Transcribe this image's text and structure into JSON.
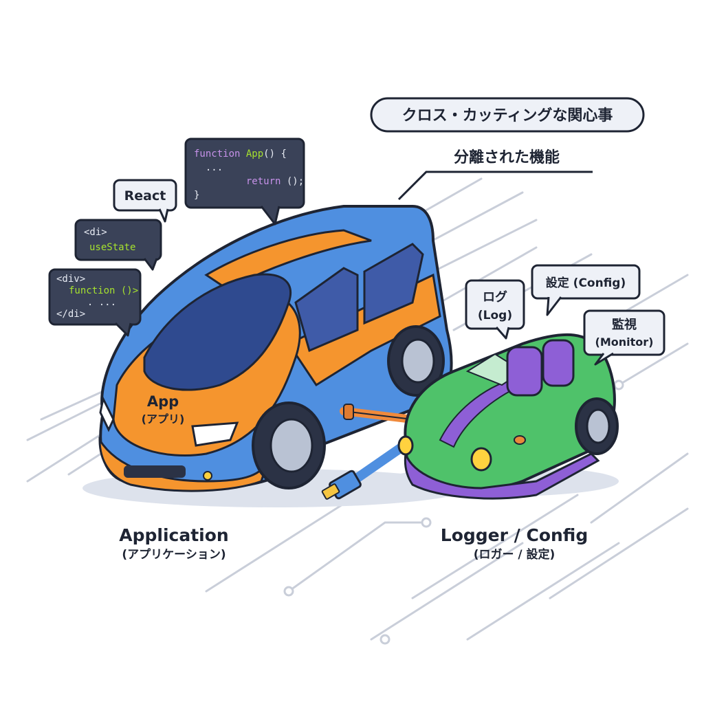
{
  "header": {
    "title": "クロス・カッティングな関心事",
    "subtitle": "分離された機能"
  },
  "bubbles": {
    "react": "React",
    "code_main": [
      {
        "kw": "function ",
        "fn": "App",
        "rest": "() {"
      },
      {
        "text": "  ..."
      },
      {
        "kw": "  return ",
        "rest": "();"
      },
      {
        "text": "}"
      }
    ],
    "use_state": {
      "tag": "<di>",
      "hook": "useState"
    },
    "div_block": [
      "<div>",
      "function ()>",
      "  . ...",
      "</di>"
    ],
    "log": {
      "ja": "ログ",
      "en": "(Log)"
    },
    "config": {
      "text": "設定 (Config)"
    },
    "monitor": {
      "ja": "監視",
      "en": "(Monitor)"
    }
  },
  "cars": {
    "app_badge": {
      "en": "App",
      "ja": "(アプリ)"
    },
    "application": {
      "en": "Application",
      "ja": "(アプリケーション)"
    },
    "logger": {
      "en": "Logger / Config",
      "ja": "(ロガー / 設定)"
    }
  },
  "colors": {
    "blue_car": "#4f8fe0",
    "orange": "#f5952e",
    "green_car": "#4fc26a",
    "purple": "#8e5fd6",
    "code_bg": "#3a4258",
    "code_kw": "#c792ea",
    "code_fn": "#a6e22e",
    "code_text": "#e8ecf4",
    "outline": "#1e2433"
  }
}
